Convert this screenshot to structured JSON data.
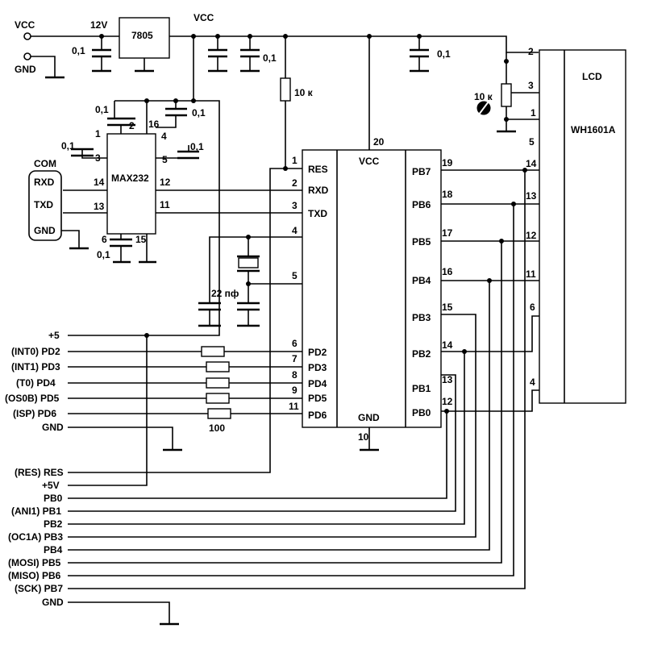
{
  "power": {
    "vcc_in": "VCC",
    "gnd_in": "GND",
    "v12": "12V",
    "vcc_out": "VCC",
    "regulator": "7805",
    "c_in": "0,1",
    "c_out1": "0,1",
    "c_out2": "0,1"
  },
  "max232": {
    "name": "MAX232",
    "c1": "0,1",
    "c2": "0,1",
    "c3": "0,1",
    "c4": "0,1",
    "c5": "0,1",
    "pins": {
      "p1": "1",
      "p2": "2",
      "p16": "16",
      "p4": "4",
      "p3": "3",
      "p5": "5",
      "p14": "14",
      "p12": "12",
      "p13": "13",
      "p11": "11",
      "p6": "6",
      "p15": "15"
    }
  },
  "com": {
    "title": "COM",
    "rxd": "RXD",
    "txd": "TXD",
    "gnd": "GND"
  },
  "mcu": {
    "reset_resistor": "10 к",
    "crystal_caps": "22 пф",
    "pin_labels": {
      "res": "RES",
      "rxd": "RXD",
      "txd": "TXD",
      "vcc": "VCC",
      "gnd": "GND",
      "pd2": "PD2",
      "pd3": "PD3",
      "pd4": "PD4",
      "pd5": "PD5",
      "pd6": "PD6",
      "pb7": "PB7",
      "pb6": "PB6",
      "pb5": "PB5",
      "pb4": "PB4",
      "pb3": "PB3",
      "pb2": "PB2",
      "pb1": "PB1",
      "pb0": "PB0"
    },
    "pin_numbers": {
      "n1": "1",
      "n2": "2",
      "n3": "3",
      "n4": "4",
      "n5": "5",
      "n6": "6",
      "n7": "7",
      "n8": "8",
      "n9": "9",
      "n10": "10",
      "n11": "11",
      "n12": "12",
      "n13": "13",
      "n14": "14",
      "n15": "15",
      "n16": "16",
      "n17": "17",
      "n18": "18",
      "n19": "19",
      "n20": "20"
    },
    "series_resistor": "100"
  },
  "lcd": {
    "title": "LCD",
    "model": "WH1601A",
    "pot": "10 к",
    "pot_cap": "0,1",
    "pins": {
      "p2": "2",
      "p3": "3",
      "p1": "1",
      "p5": "5",
      "p14": "14",
      "p13": "13",
      "p12": "12",
      "p11": "11",
      "p6": "6",
      "p4": "4"
    }
  },
  "connector": {
    "plus5": "+5",
    "pd2": "(INT0) PD2",
    "pd3": "(INT1) PD3",
    "pd4": "(T0)  PD4",
    "pd5": "(OS0B) PD5",
    "pd6": "(ISP) PD6",
    "gnd1": "GND",
    "res": "(RES) RES",
    "plus5v": "+5V",
    "pb0": "PB0",
    "pb1": "(ANI1) PB1",
    "pb2": "PB2",
    "pb3": "(OC1A) PB3",
    "pb4": "PB4",
    "pb5": "(MOSI) PB5",
    "pb6": "(MISO) PB6",
    "pb7": "(SCK) PB7",
    "gnd2": "GND"
  }
}
